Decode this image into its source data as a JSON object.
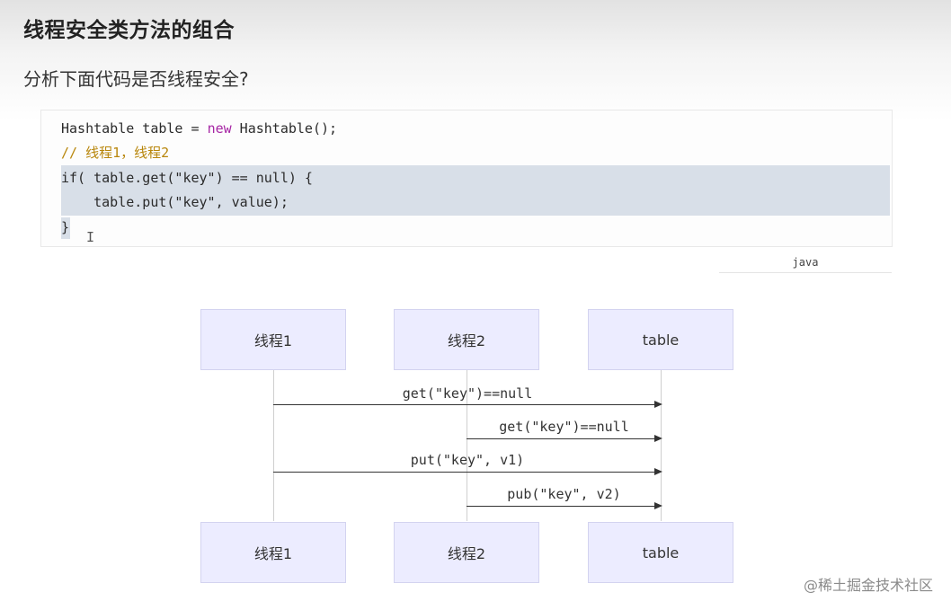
{
  "heading": {
    "title": "线程安全类方法的组合",
    "question": "分析下面代码是否线程安全?"
  },
  "code": {
    "language": "java",
    "line1_a": "Hashtable table = ",
    "line1_kw": "new",
    "line1_b": " Hashtable();",
    "line2": "// 线程1，线程2",
    "line3": "if( table.get(\"key\") == null) {",
    "line4": "    table.put(\"key\", value);",
    "line5": "}"
  },
  "diagram": {
    "participants_top": [
      "线程1",
      "线程2",
      "table"
    ],
    "participants_bottom": [
      "线程1",
      "线程2",
      "table"
    ],
    "messages": [
      {
        "from": "线程1",
        "to": "table",
        "label": "get(\"key\")==null"
      },
      {
        "from": "线程2",
        "to": "table",
        "label": "get(\"key\")==null"
      },
      {
        "from": "线程1",
        "to": "table",
        "label": "put(\"key\", v1)"
      },
      {
        "from": "线程2",
        "to": "table",
        "label": "pub(\"key\", v2)"
      }
    ]
  },
  "watermark": "@稀土掘金技术社区"
}
